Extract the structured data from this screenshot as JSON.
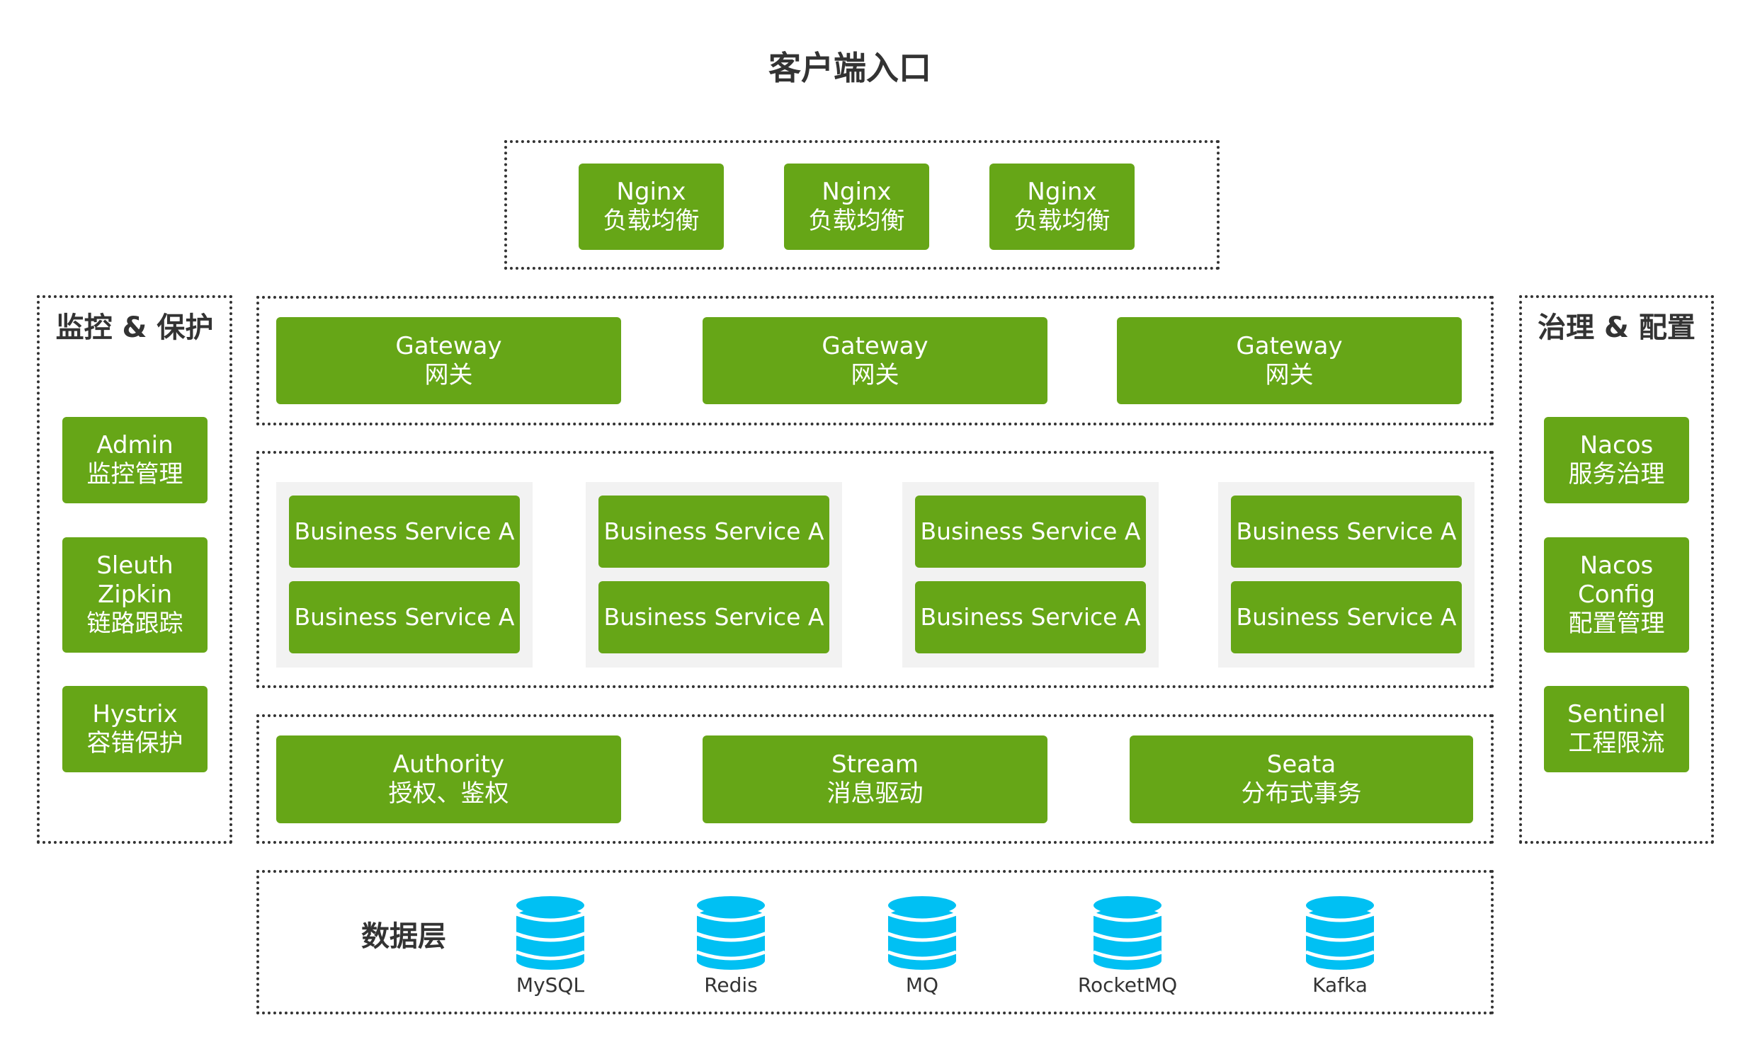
{
  "title": "客户端入口",
  "left_panel": {
    "title": "监控 & 保护",
    "items": [
      {
        "lines": [
          "Admin",
          "监控管理"
        ]
      },
      {
        "lines": [
          "Sleuth",
          "Zipkin",
          "链路跟踪"
        ]
      },
      {
        "lines": [
          "Hystrix",
          "容错保护"
        ]
      }
    ]
  },
  "right_panel": {
    "title": "治理 & 配置",
    "items": [
      {
        "lines": [
          "Nacos",
          "服务治理"
        ]
      },
      {
        "lines": [
          "Nacos",
          "Config",
          "配置管理"
        ]
      },
      {
        "lines": [
          "Sentinel",
          "工程限流"
        ]
      }
    ]
  },
  "nginx": [
    {
      "name": "Nginx",
      "desc": "负载均衡"
    },
    {
      "name": "Nginx",
      "desc": "负载均衡"
    },
    {
      "name": "Nginx",
      "desc": "负载均衡"
    }
  ],
  "gateway": [
    {
      "name": "Gateway",
      "desc": "网关"
    },
    {
      "name": "Gateway",
      "desc": "网关"
    },
    {
      "name": "Gateway",
      "desc": "网关"
    }
  ],
  "business": [
    [
      "Business Service A",
      "Business Service A"
    ],
    [
      "Business Service A",
      "Business Service A"
    ],
    [
      "Business Service A",
      "Business Service A"
    ],
    [
      "Business Service A",
      "Business Service A"
    ]
  ],
  "middleware": [
    {
      "name": "Authority",
      "desc": "授权、鉴权"
    },
    {
      "name": "Stream",
      "desc": "消息驱动"
    },
    {
      "name": "Seata",
      "desc": "分布式事务"
    }
  ],
  "data_layer": {
    "title": "数据层",
    "databases": [
      "MySQL",
      "Redis",
      "MQ",
      "RocketMQ",
      "Kafka"
    ]
  },
  "colors": {
    "box": "#66a617",
    "db": "#00c0f3",
    "text": "#333333"
  }
}
